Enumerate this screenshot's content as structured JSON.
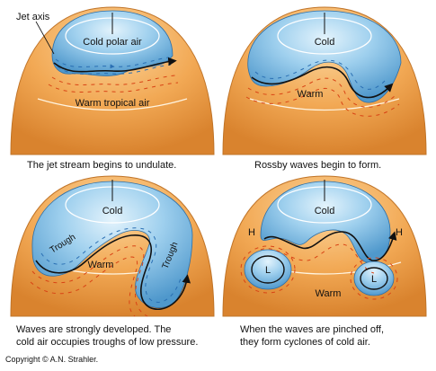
{
  "panels": [
    {
      "id": "p1",
      "labels": {
        "jet_axis": "Jet axis",
        "cold": "Cold polar air",
        "warm": "Warm tropical air"
      },
      "caption_lines": [
        "The jet stream begins to undulate."
      ]
    },
    {
      "id": "p2",
      "labels": {
        "cold": "Cold",
        "warm": "Warm"
      },
      "caption_lines": [
        "Rossby waves begin to form."
      ]
    },
    {
      "id": "p3",
      "labels": {
        "cold": "Cold",
        "warm": "Warm",
        "trough_left": "Trough",
        "trough_right": "Trough"
      },
      "caption_lines": [
        "Waves are strongly developed.  The",
        "cold air occupies troughs of low pressure."
      ]
    },
    {
      "id": "p4",
      "labels": {
        "cold": "Cold",
        "warm": "Warm",
        "high": "H",
        "low": "L"
      },
      "caption_lines": [
        "When the waves are pinched off,",
        "they form cyclones of cold air."
      ]
    }
  ],
  "copyright": "Copyright © A.N. Strahler.",
  "colors": {
    "dome_orange": "#f2a955",
    "dome_dark": "#d9832e",
    "cold_blue": "#6fb2dc",
    "cold_light": "#c9e6f7",
    "arrow_blue": "#2a6fb3",
    "arrow_red": "#d84315"
  }
}
